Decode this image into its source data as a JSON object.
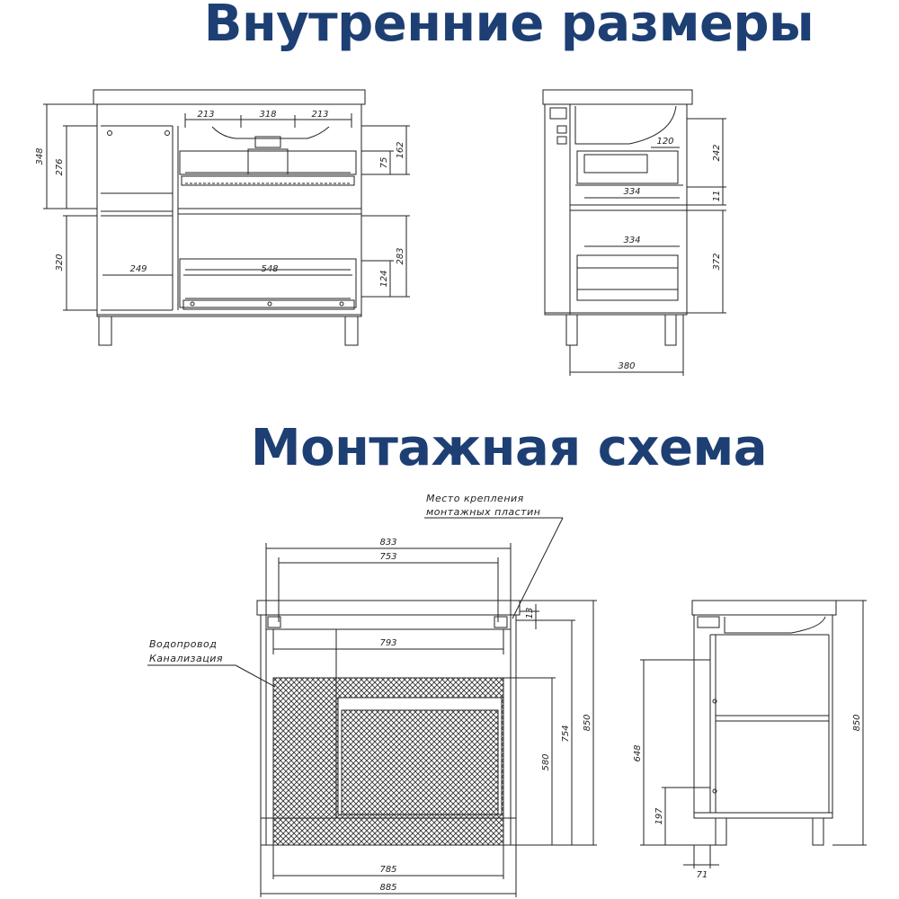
{
  "headings": {
    "internal_dimensions": "Внутренние размеры",
    "installation_scheme": "Монтажная схема"
  },
  "internal_front": {
    "d213_left": "213",
    "d318": "318",
    "d213_right": "213",
    "d348": "348",
    "d276": "276",
    "d320": "320",
    "d162": "162",
    "d75": "75",
    "d283": "283",
    "d124": "124",
    "d249": "249",
    "d548": "548"
  },
  "internal_side": {
    "d120": "120",
    "d242": "242",
    "d334_top": "334",
    "d11": "11",
    "d334_bottom": "334",
    "d372": "372",
    "d380": "380"
  },
  "install_front": {
    "d833": "833",
    "d753": "753",
    "d13": "13",
    "d793": "793",
    "d850": "850",
    "d754": "754",
    "d580": "580",
    "d785": "785",
    "d885": "885",
    "label_plates_line1": "Место крепления",
    "label_plates_line2": "монтажных пластин",
    "label_pipes_line1": "Водопровод",
    "label_pipes_line2": "Канализация"
  },
  "install_side": {
    "d850": "850",
    "d648": "648",
    "d197": "197",
    "d71": "71"
  },
  "colors": {
    "heading": "#1d3f73",
    "lines": "#222222"
  }
}
